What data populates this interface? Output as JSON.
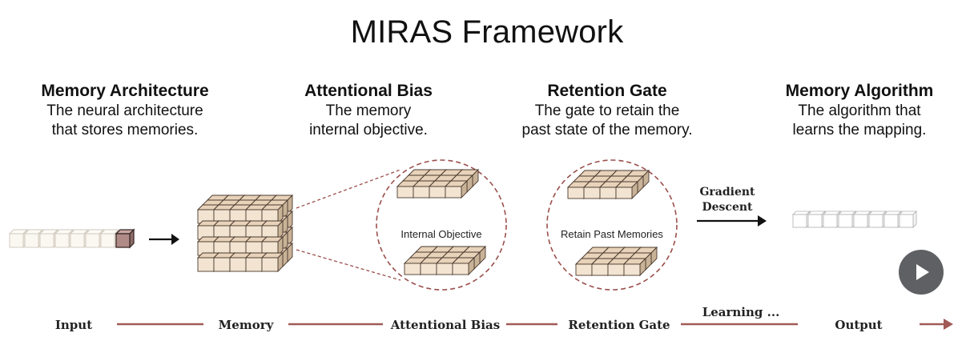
{
  "title": "MIRAS Framework",
  "columns": [
    {
      "heading": "Memory Architecture",
      "desc1": "The neural architecture",
      "desc2": "that stores memories."
    },
    {
      "heading": "Attentional Bias",
      "desc1": "The memory",
      "desc2": "internal objective."
    },
    {
      "heading": "Retention Gate",
      "desc1": "The gate to retain the",
      "desc2": "past state of the memory."
    },
    {
      "heading": "Memory Algorithm",
      "desc1": "The algorithm that",
      "desc2": "learns the mapping."
    }
  ],
  "circle_labels": {
    "internal_objective": "Internal Objective",
    "retain_past": "Retain Past Memories"
  },
  "gradient_descent": {
    "line1": "Gradient",
    "line2": "Descent"
  },
  "pipeline": {
    "input": "Input",
    "memory": "Memory",
    "attentional_bias": "Attentional Bias",
    "retention_gate": "Retention Gate",
    "learning": "Learning ...",
    "output": "Output"
  },
  "colors": {
    "cube_face": "#f3e4d2",
    "cube_top": "#e8d3ba",
    "cube_edge": "#4a3a2e",
    "token_active": "#b08a86",
    "pipeline_line": "#a15a57",
    "circle_dash": "#9a4f4c"
  },
  "icons": {
    "play": "play-icon"
  }
}
